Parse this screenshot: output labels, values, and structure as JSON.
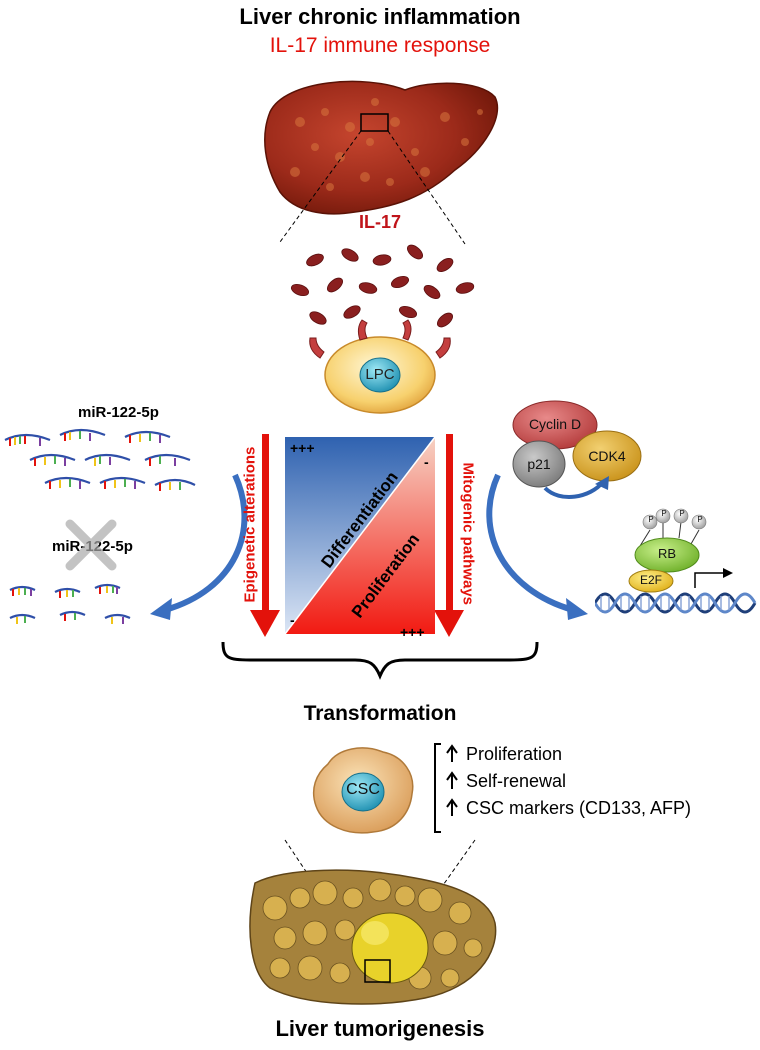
{
  "header": {
    "title": "Liver chronic inflammation",
    "subtitle": "IL-17 immune response"
  },
  "cytokine_label": "IL-17",
  "cell_label": "LPC",
  "mirna": {
    "intact_label": "miR-122-5p",
    "reduced_label": "miR-122-5p"
  },
  "center_panel": {
    "left_arrow_label": "Epigenetic alterations",
    "right_arrow_label": "Mitogenic pathways",
    "differentiation_label": "Differentiation",
    "proliferation_label": "Proliferation",
    "diff_high": "+++",
    "diff_low": "-",
    "prolif_high": "+++",
    "prolif_low": "-"
  },
  "cell_cycle": {
    "cyclin": "Cyclin D",
    "cdk": "CDK4",
    "inhibitor": "p21",
    "rb": "RB",
    "e2f": "E2F",
    "phospho": "P"
  },
  "transformation_label": "Transformation",
  "csc": {
    "label": "CSC",
    "features": [
      "Proliferation",
      "Self-renewal",
      "CSC markers (CD133, AFP)"
    ]
  },
  "footer": {
    "title": "Liver tumorigenesis"
  },
  "colors": {
    "red_text": "#e3120b",
    "dark_red": "#c0141a",
    "differentiation_blue": "#2f62b0",
    "proliferation_red": "#f21a12"
  }
}
